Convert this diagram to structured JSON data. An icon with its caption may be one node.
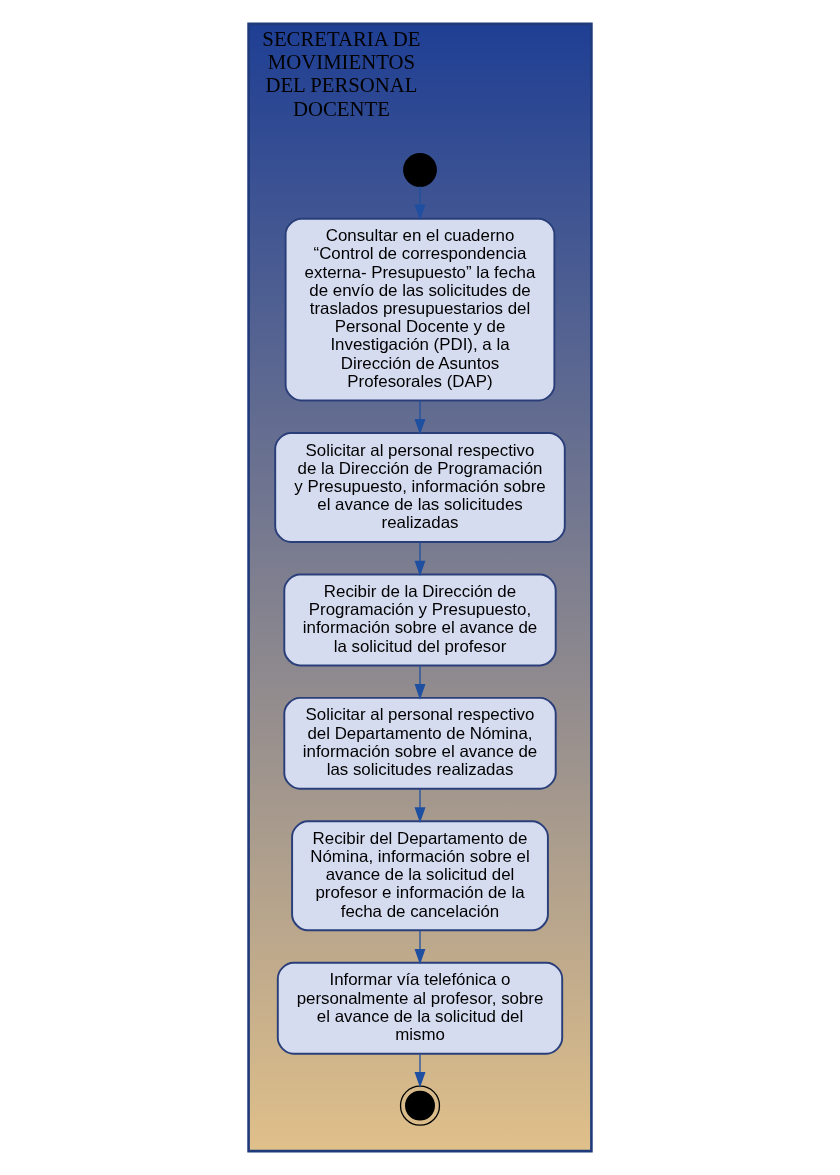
{
  "diagram": {
    "nodes": [
      {
        "text": [
          "SECRETARIA DE MOVIMIENTOS DEL PERSONAL DOCENTE"
        ]
      },
      {
        "text": [],
        "shape": "circle",
        "in": 0
      },
      {
        "text": [
          "Consultar en el cuaderno “Control de correspondencia externa- Presupuesto” la fecha de envío de las solicitudes de traslados presupuestarios del Personal Docente y de Investigación (PDI), a la Dirección de Asuntos Profesorales (DAP)"
        ],
        "in": 0
      },
      {
        "text": [
          "Solicitar al personal respectivo de la Dirección de Programación y Presupuesto, información sobre el avance de las solicitudes realizadas"
        ],
        "in": 0
      },
      {
        "text": [
          "Recibir de la Dirección de Programación y Presupuesto, información sobre el avance de la solicitud del profesor"
        ],
        "in": 0
      },
      {
        "text": [
          "Solicitar al personal respectivo del Departamento de Nómina, información sobre el avance de las solicitudes realizadas"
        ],
        "in": 0
      },
      {
        "text": [
          "Recibir del Departamento de Nómina, información sobre el avance de la solicitud del profesor e información de la fecha de cancelación"
        ],
        "in": 0
      },
      {
        "text": [
          "Informar vía telefónica o personalmente al profesor, sobre el avance de la solicitud del mismo"
        ],
        "in": 0
      },
      {
        "text": [],
        "shape": "circle",
        "in": 0
      }
    ],
    "edges": [
      {
        "from": 1,
        "to": 2,
        "arrow": "to"
      },
      {
        "from": 2,
        "to": 3,
        "arrow": "to"
      },
      {
        "from": 3,
        "to": 4,
        "arrow": "to"
      },
      {
        "from": 4,
        "to": 5,
        "arrow": "to"
      },
      {
        "from": 5,
        "to": 6,
        "arrow": "to"
      },
      {
        "from": 6,
        "to": 7,
        "arrow": "to"
      },
      {
        "from": 7,
        "to": 8,
        "arrow": "to"
      }
    ]
  }
}
